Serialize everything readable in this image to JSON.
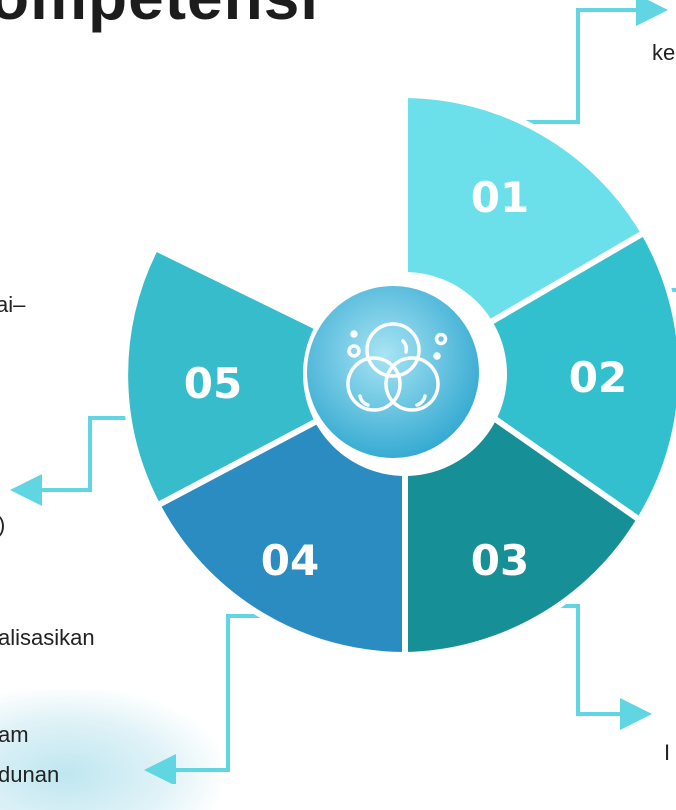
{
  "title": "ompetensi",
  "colors": {
    "seg_01": "#6ce0ea",
    "seg_02": "#33c0ce",
    "seg_03": "#178f97",
    "seg_04": "#2b8cc2",
    "seg_05": "#36bccb",
    "connector": "#5fd6e2",
    "center_gradient_inner": "#a8e4f4",
    "center_gradient_outer": "#2ea6cf"
  },
  "center_icon": "overlapping-circles-icon",
  "segments": [
    {
      "label": "01"
    },
    {
      "label": "02"
    },
    {
      "label": "03"
    },
    {
      "label": "04"
    },
    {
      "label": "05"
    }
  ],
  "text_fragments": {
    "top_right": "ke",
    "left_1": "ai–",
    "left_2": ")",
    "left_3": "alisasikan",
    "left_4": "am",
    "left_5": "dunan",
    "bottom_right": "I"
  }
}
